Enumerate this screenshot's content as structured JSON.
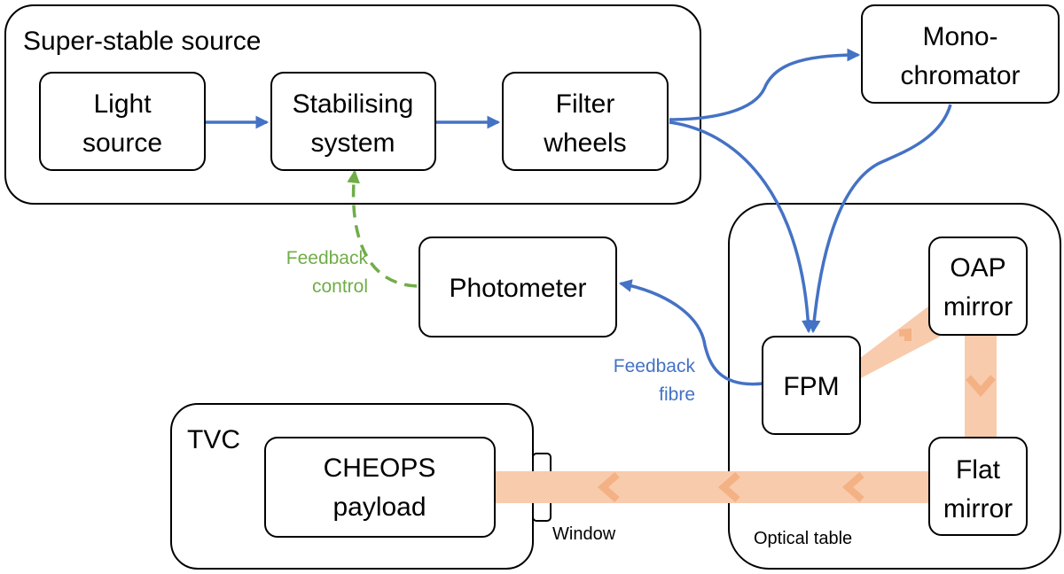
{
  "groups": {
    "super_stable_source": "Super-stable source",
    "tvc": "TVC",
    "optical_table": "Optical table"
  },
  "boxes": {
    "light_source": [
      "Light",
      "source"
    ],
    "stabilising_system": [
      "Stabilising",
      "system"
    ],
    "filter_wheels": [
      "Filter",
      "wheels"
    ],
    "monochromator": [
      "Mono-",
      "chromator"
    ],
    "photometer": "Photometer",
    "oap_mirror": [
      "OAP",
      "mirror"
    ],
    "fpm": "FPM",
    "flat_mirror": [
      "Flat",
      "mirror"
    ],
    "cheops_payload": [
      "CHEOPS",
      "payload"
    ]
  },
  "labels": {
    "feedback_control": [
      "Feedback",
      "control"
    ],
    "feedback_fibre": [
      "Feedback",
      "fibre"
    ],
    "window": "Window"
  },
  "colors": {
    "flow": "#4472c4",
    "feedback": "#70ad47",
    "beam": "#f8cbad",
    "beam_chevron": "#f4b183"
  }
}
